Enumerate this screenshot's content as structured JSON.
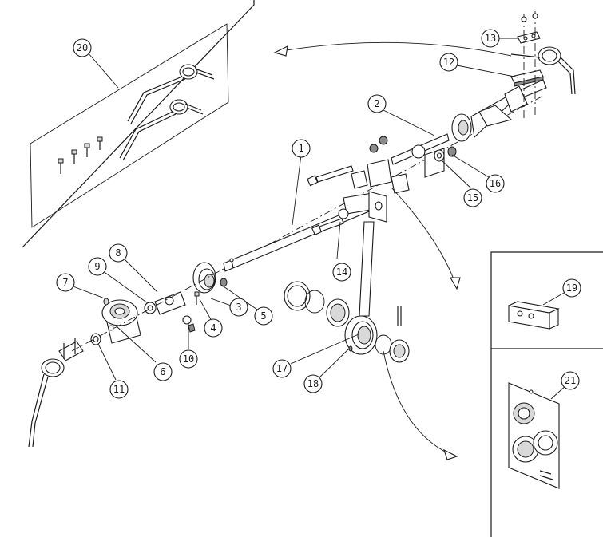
{
  "callouts": [
    {
      "id": "c1",
      "label": "1"
    },
    {
      "id": "c2",
      "label": "2"
    },
    {
      "id": "c3",
      "label": "3"
    },
    {
      "id": "c4",
      "label": "4"
    },
    {
      "id": "c5",
      "label": "5"
    },
    {
      "id": "c6",
      "label": "6"
    },
    {
      "id": "c7",
      "label": "7"
    },
    {
      "id": "c8",
      "label": "8"
    },
    {
      "id": "c9",
      "label": "9"
    },
    {
      "id": "c10",
      "label": "10"
    },
    {
      "id": "c11",
      "label": "11"
    },
    {
      "id": "c12",
      "label": "12"
    },
    {
      "id": "c13",
      "label": "13"
    },
    {
      "id": "c14",
      "label": "14"
    },
    {
      "id": "c15",
      "label": "15"
    },
    {
      "id": "c16",
      "label": "16"
    },
    {
      "id": "c17",
      "label": "17"
    },
    {
      "id": "c18",
      "label": "18"
    },
    {
      "id": "c19",
      "label": "19"
    },
    {
      "id": "c20",
      "label": "20"
    },
    {
      "id": "c21",
      "label": "21"
    }
  ],
  "colors": {
    "line": "#1a1a1a",
    "background": "#ffffff",
    "shade": "#d9d9d9"
  }
}
